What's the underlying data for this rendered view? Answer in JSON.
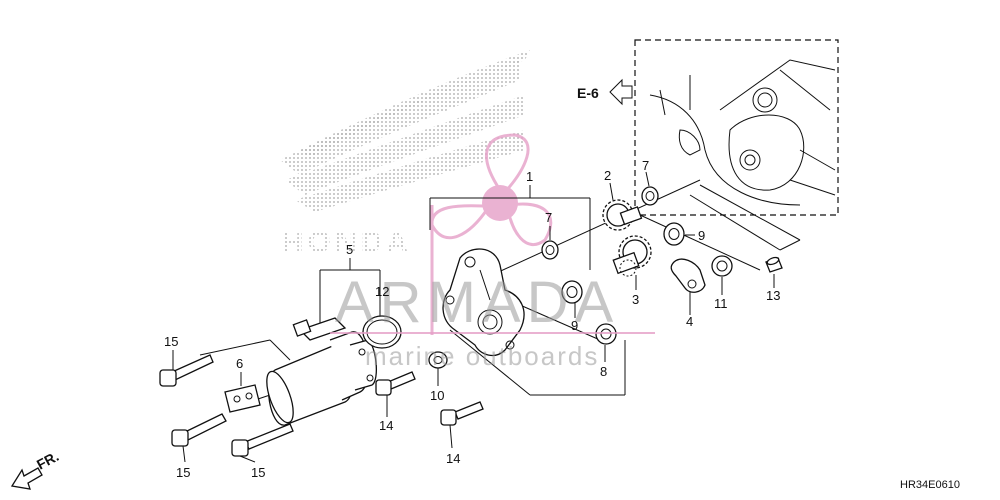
{
  "diagram": {
    "callouts": {
      "c1": "1",
      "c2": "2",
      "c3": "3",
      "c4": "4",
      "c5": "5",
      "c6": "6",
      "c7a": "7",
      "c7b": "7",
      "c8": "8",
      "c9a": "9",
      "c9b": "9",
      "c10": "10",
      "c11": "11",
      "c12": "12",
      "c13": "13",
      "c14a": "14",
      "c14b": "14",
      "c15a": "15",
      "c15b": "15",
      "c15c": "15"
    },
    "reference": "E-6",
    "direction": "FR.",
    "diagram_code": "HR34E0610"
  },
  "watermark": {
    "brand": "ARMADA",
    "tagline": "marine outboards",
    "honda_text": "HONDA",
    "accent_color": "#e6a0c8"
  }
}
